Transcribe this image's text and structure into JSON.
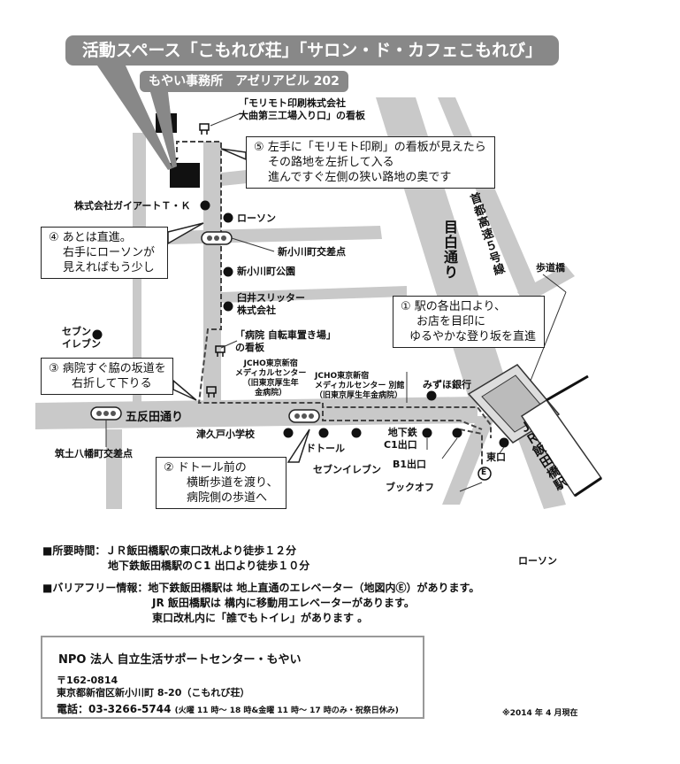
{
  "header": {
    "title": "活動スペース「こもれび荘」「サロン・ド・カフェこもれび」",
    "subtitle": "もやい事務所　アゼリアビル 202"
  },
  "roads": {
    "mejiro": "目白通り",
    "shuto": "首都高速５号線",
    "gotanda": "五反田通り"
  },
  "labels": {
    "morimoto_sign": [
      "「モリモト印刷株式会社",
      "大曲第三工場入り口」の看板"
    ],
    "gaiart": "株式会社ガイアートＴ・Ｋ",
    "lawson": "ローソン",
    "shin_ogawa_crossing": "新小川町交差点",
    "shin_ogawa_park": "新小川町公園",
    "usui": [
      "臼井スリッター",
      "株式会社"
    ],
    "seven_left": [
      "セブン",
      "イレブン"
    ],
    "hospital_sign": [
      "「病院 自転車置き場」",
      "の看板"
    ],
    "jcho_small": [
      "JCHO東京新宿",
      "メディカルセンター",
      "（旧東京厚生年",
      "金病院）"
    ],
    "jcho_annex": [
      "JCHO東京新宿",
      "メディカルセンター 別館",
      "（旧東京厚生年金病院）"
    ],
    "mizuho": "みずほ銀行",
    "hodokyo": "歩道橋",
    "tsukudo_crossing": "筑土八幡町交差点",
    "tsukudo_school": "津久戸小学校",
    "doutor": "ドトール",
    "seven_bottom": "セブンイレブン",
    "subway_c1": [
      "地下鉄",
      "C1出口"
    ],
    "b1": "B1出口",
    "bookoff": "ブックオフ",
    "east_exit": "東口",
    "elevator_mark": "E",
    "station": "ＪＲ飯田橋駅"
  },
  "callouts": {
    "step1": [
      "① 駅の各出口より、",
      "お店を目印に",
      "ゆるやかな登り坂を直進"
    ],
    "step2": [
      "② ドトール前の",
      "横断歩道を渡り、",
      "病院側の歩道へ"
    ],
    "step3": [
      "③ 病院すぐ脇の坂道を",
      "右折して下りる"
    ],
    "step4": [
      "④ あとは直進。",
      "右手にローソンが",
      "見えればもう少し"
    ],
    "step5": [
      "⑤ 左手に「モリモト印刷」の看板が見えたら",
      "その路地を左折して入る",
      "進んですぐ左側の狭い路地の奥です"
    ]
  },
  "legend": {
    "lawson": "ローソン"
  },
  "info": {
    "time_label": "■所要時間：",
    "time_1": "ＪＲ飯田橋駅の東口改札より徒歩１２分",
    "time_2": "地下鉄飯田橋駅のＣ1 出口より徒歩１０分",
    "barrier_label": "■バリアフリー情報：",
    "barrier_1": "地下鉄飯田橋駅は 地上直通のエレベーター（地図内Ⓔ）があります。",
    "barrier_2": "JR 飯田橋駅は 構内に移動用エレベーターがあります。",
    "barrier_3": "東口改札内に「誰でもトイレ」があります 。"
  },
  "footer": {
    "org": "NPO 法人 自立生活サポートセンター・もやい",
    "zip": "〒162-0814",
    "address": "東京都新宿区新小川町 8-20（こもれび荘）",
    "tel": "電話：03-3266-5744",
    "hours": "(火曜 11 時～ 18 時&金曜 11 時～ 17 時のみ・祝祭日休み)",
    "note": "※2014 年 4 月現在"
  }
}
